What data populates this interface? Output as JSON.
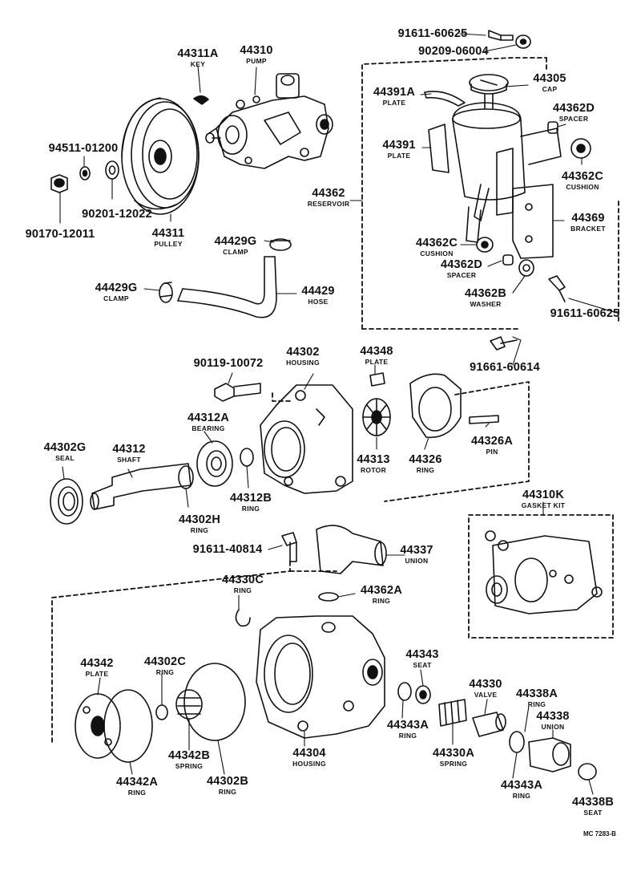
{
  "diagram": {
    "reference_code": "MC 7283-B",
    "labels": [
      {
        "id": "l1",
        "part": "91611-60625",
        "name": ""
      },
      {
        "id": "l2",
        "part": "90209-06004",
        "name": ""
      },
      {
        "id": "l3",
        "part": "44311A",
        "name": "KEY"
      },
      {
        "id": "l4",
        "part": "44310",
        "name": "PUMP"
      },
      {
        "id": "l5",
        "part": "44305",
        "name": "CAP"
      },
      {
        "id": "l6",
        "part": "44391A",
        "name": "PLATE"
      },
      {
        "id": "l7",
        "part": "44362D",
        "name": "SPACER"
      },
      {
        "id": "l8",
        "part": "44391",
        "name": "PLATE"
      },
      {
        "id": "l9",
        "part": "94511-01200",
        "name": ""
      },
      {
        "id": "l10",
        "part": "44362C",
        "name": "CUSHION"
      },
      {
        "id": "l11",
        "part": "44362",
        "name": "RESERVOIR"
      },
      {
        "id": "l12",
        "part": "90201-12022",
        "name": ""
      },
      {
        "id": "l13",
        "part": "44369",
        "name": "BRACKET"
      },
      {
        "id": "l14",
        "part": "44311",
        "name": "PULLEY"
      },
      {
        "id": "l15",
        "part": "90170-12011",
        "name": ""
      },
      {
        "id": "l16",
        "part": "44429G",
        "name": "CLAMP"
      },
      {
        "id": "l17",
        "part": "44362C",
        "name": "CUSHION"
      },
      {
        "id": "l18",
        "part": "44362D",
        "name": "SPACER"
      },
      {
        "id": "l19",
        "part": "44429G",
        "name": "CLAMP"
      },
      {
        "id": "l20",
        "part": "44429",
        "name": "HOSE"
      },
      {
        "id": "l21",
        "part": "44362B",
        "name": "WASHER"
      },
      {
        "id": "l22",
        "part": "91611-60625",
        "name": ""
      },
      {
        "id": "l23",
        "part": "44302",
        "name": "HOUSING"
      },
      {
        "id": "l24",
        "part": "44348",
        "name": "PLATE"
      },
      {
        "id": "l25",
        "part": "90119-10072",
        "name": ""
      },
      {
        "id": "l26",
        "part": "91661-60614",
        "name": ""
      },
      {
        "id": "l27",
        "part": "44312A",
        "name": "BEARING"
      },
      {
        "id": "l28",
        "part": "44326A",
        "name": "PIN"
      },
      {
        "id": "l29",
        "part": "44302G",
        "name": "SEAL"
      },
      {
        "id": "l30",
        "part": "44312",
        "name": "SHAFT"
      },
      {
        "id": "l31",
        "part": "44313",
        "name": "ROTOR"
      },
      {
        "id": "l32",
        "part": "44326",
        "name": "RING"
      },
      {
        "id": "l33",
        "part": "44312B",
        "name": "RING"
      },
      {
        "id": "l34",
        "part": "44302H",
        "name": "RING"
      },
      {
        "id": "l35",
        "part": "44310K",
        "name": "GASKET KIT"
      },
      {
        "id": "l36",
        "part": "91611-40814",
        "name": ""
      },
      {
        "id": "l37",
        "part": "44337",
        "name": "UNION"
      },
      {
        "id": "l38",
        "part": "44330C",
        "name": "RING"
      },
      {
        "id": "l39",
        "part": "44362A",
        "name": "RING"
      },
      {
        "id": "l40",
        "part": "44342",
        "name": "PLATE"
      },
      {
        "id": "l41",
        "part": "44302C",
        "name": "RING"
      },
      {
        "id": "l42",
        "part": "44343",
        "name": "SEAT"
      },
      {
        "id": "l43",
        "part": "44330",
        "name": "VALVE"
      },
      {
        "id": "l44",
        "part": "44338A",
        "name": "RING"
      },
      {
        "id": "l45",
        "part": "44338",
        "name": "UNION"
      },
      {
        "id": "l46",
        "part": "44343A",
        "name": "RING"
      },
      {
        "id": "l47",
        "part": "44304",
        "name": "HOUSING"
      },
      {
        "id": "l48",
        "part": "44330A",
        "name": "SPRING"
      },
      {
        "id": "l49",
        "part": "44342B",
        "name": "SPRING"
      },
      {
        "id": "l50",
        "part": "44302B",
        "name": "RING"
      },
      {
        "id": "l51",
        "part": "44342A",
        "name": "RING"
      },
      {
        "id": "l52",
        "part": "44343A",
        "name": "RING"
      },
      {
        "id": "l53",
        "part": "44338B",
        "name": "SEAT"
      }
    ]
  }
}
